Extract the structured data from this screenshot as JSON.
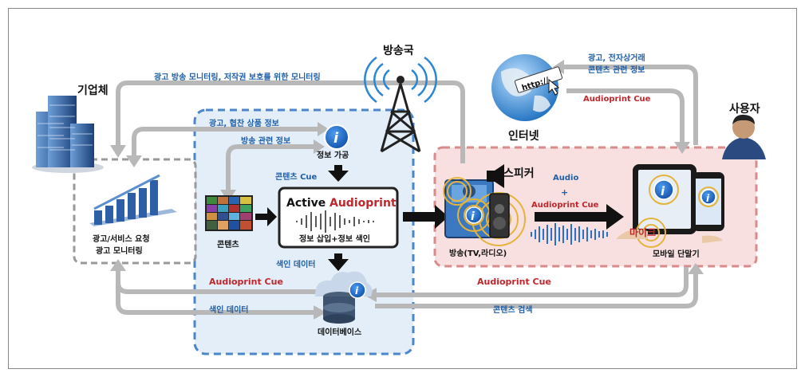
{
  "labels": {
    "company": "기업체",
    "broadcaster": "방송국",
    "internet": "인터넷",
    "user": "사용자",
    "monitor_top": "광고 방송 모니터링, 저작권 보호를 위한 모니터링",
    "ad_product": "광고, 협찬 상품 정보",
    "broadcast_info": "방송 관련 정보",
    "info_processing": "정보 가공",
    "contents_cue": "콘텐츠 Cue",
    "active": "Active",
    "audioprint": "Audioprint",
    "insert_index": "정보 삽입+정보 색인",
    "contents": "콘텐츠",
    "index_data_mid": "색인 데이터",
    "index_data_left": "색인 데이터",
    "audioprint_cue_left": "Audioprint Cue",
    "audioprint_cue_bottom": "Audioprint Cue",
    "audioprint_cue_top": "Audioprint Cue",
    "contents_search": "콘텐츠 검색",
    "database": "데이터베이스",
    "ad_request_1": "광고/서비스 요청",
    "ad_request_2": "광고 모니터링",
    "ecommerce_1": "광고, 전자상거래",
    "ecommerce_2": "콘텐츠 관련 정보",
    "speaker": "스피커",
    "audio": "Audio",
    "plus": "+",
    "audioprint_cue_mid": "Audioprint Cue",
    "broadcast_device": "방송(TV,라디오)",
    "mic": "마이크",
    "mobile": "모바일 단말기",
    "http": "http://",
    "info_i": "i"
  },
  "colors": {
    "blue_text": "#1f5fa8",
    "red_text": "#c0262b",
    "blue_zone": "#e4eef8",
    "pink_zone": "#f8e0e0",
    "gray_arrow": "#b8b8b8"
  }
}
